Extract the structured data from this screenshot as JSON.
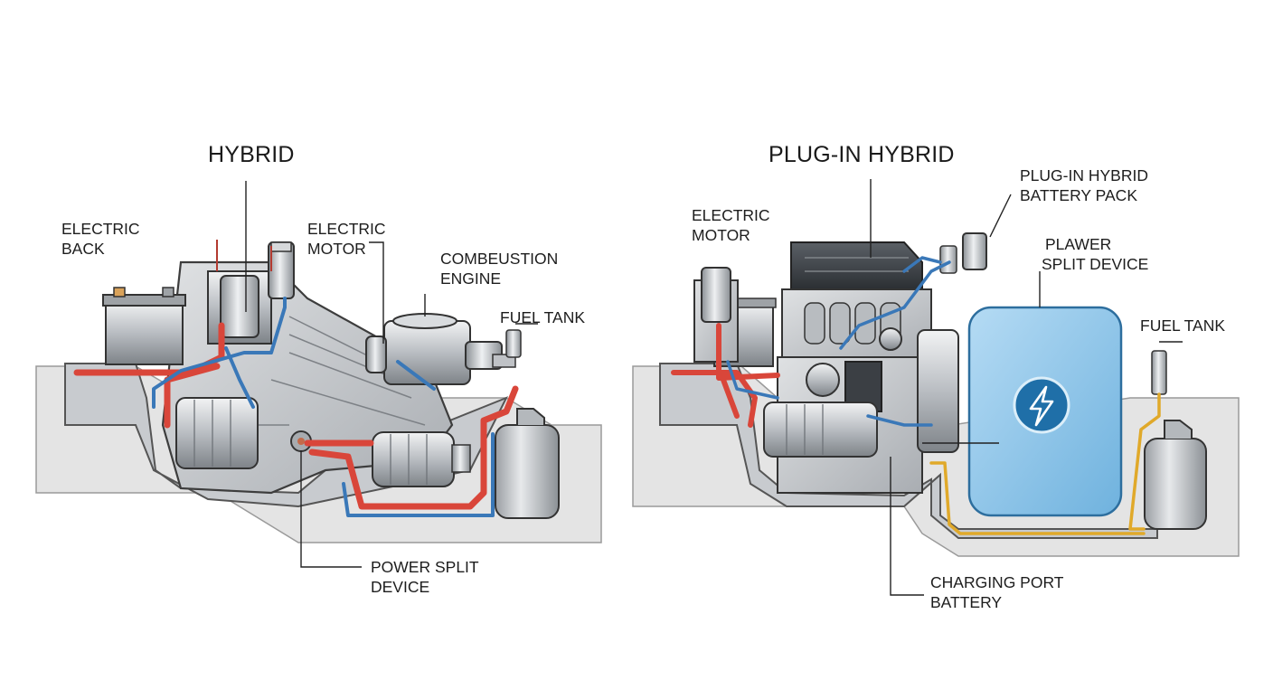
{
  "hybrid": {
    "title": "HYBRID",
    "labels": {
      "electric_back": [
        "ELECTRIC",
        "BACK"
      ],
      "electric_motor": [
        "ELECTRIC",
        "MOTOR"
      ],
      "combustion_engine": [
        "COMBEUSTION",
        "ENGINE"
      ],
      "fuel_tank": [
        "FUEL TANK"
      ],
      "power_split_device": [
        "POWER SPLIT",
        "DEVICE"
      ]
    }
  },
  "plugin_hybrid": {
    "title": "PLUG-IN HYBRID",
    "labels": {
      "electric_motor": [
        "ELECTRIC",
        "MOTOR"
      ],
      "battery_pack": [
        "PLUG-IN HYBRID",
        "BATTERY PACK"
      ],
      "split_device": [
        "PLAWER",
        "SPLIT DEVICE"
      ],
      "fuel_tank": [
        "FUEL TANK"
      ],
      "charging_port": [
        "CHARGING PORT",
        "BATTERY"
      ]
    }
  },
  "colors": {
    "hot_line": "#d9463a",
    "cool_line": "#3a78b8",
    "yellow_line": "#e0a92a",
    "battery_pack_fill": "#8ec6ea",
    "battery_pack_stroke": "#2d6e9e",
    "bolt_disc": "#1f6fa8",
    "metal": "#c9ccd0",
    "ground": "#e3e3e3"
  },
  "icons": [
    "lightning-bolt-icon"
  ]
}
